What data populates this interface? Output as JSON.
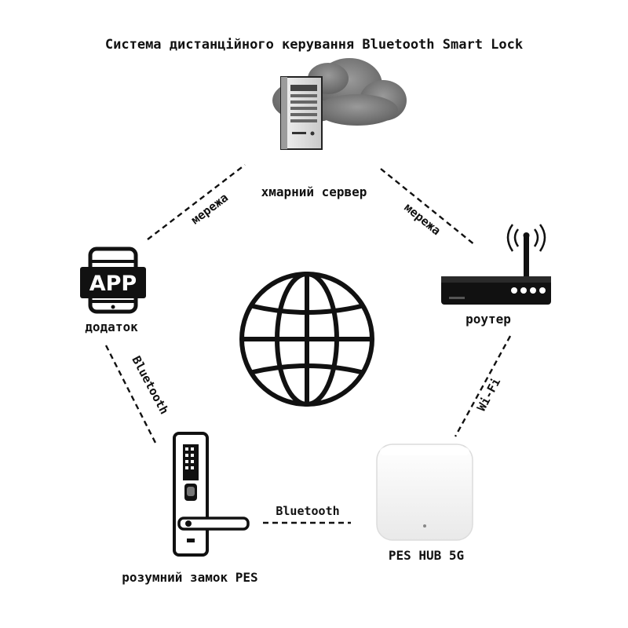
{
  "title": "Система дистанційного керування Bluetooth Smart Lock",
  "nodes": {
    "cloud_server": {
      "label": "хмарний сервер",
      "icon": "cloud-server-icon"
    },
    "app": {
      "label": "додаток",
      "badge": "APP",
      "icon": "smartphone-app-icon"
    },
    "router": {
      "label": "роутер",
      "icon": "router-icon"
    },
    "lock": {
      "label": "розумний замок PES",
      "icon": "smart-lock-icon"
    },
    "hub": {
      "label": "PES HUB 5G",
      "icon": "hub-icon"
    },
    "globe": {
      "icon": "globe-icon"
    }
  },
  "links": {
    "app_server": "мережа",
    "server_router": "мережа",
    "app_lock": "Bluetooth",
    "lock_hub": "Bluetooth",
    "router_hub": "Wi-Fi"
  },
  "colors": {
    "ink": "#111111",
    "cloud": "#8a8a8a",
    "hub": "#f4f4f4"
  }
}
